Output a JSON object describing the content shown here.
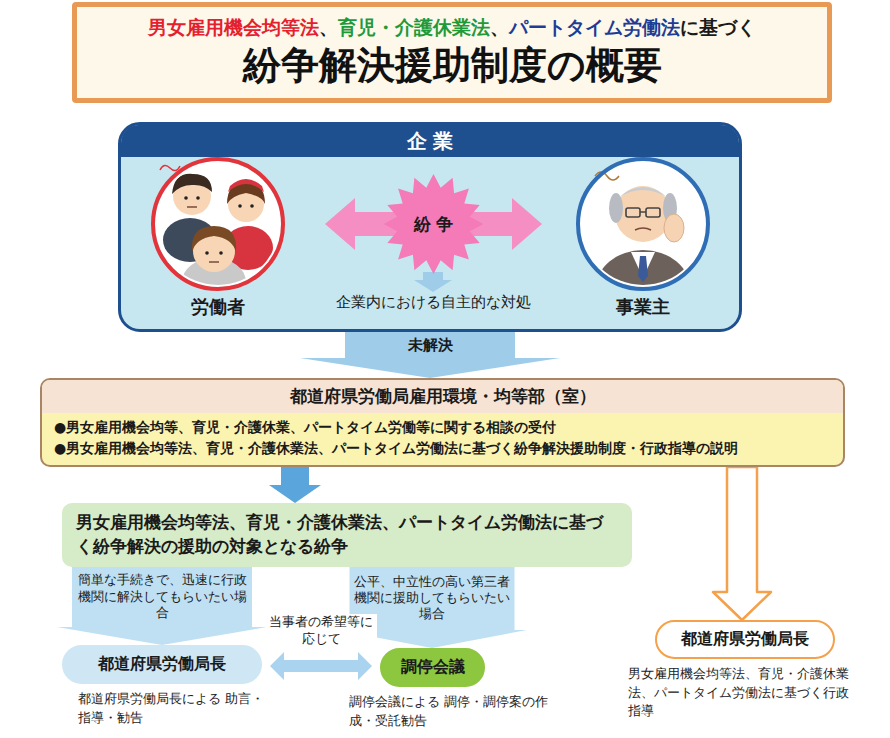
{
  "diagram": {
    "nodes": [
      {
        "text": [
          "男女雇用機会均等法",
          "、",
          "育児・介護休業法",
          "、",
          "パートタイム労働法",
          "に基づく",
          "紛争解決援助制度の概要"
        ]
      },
      {
        "text": [
          "企 業"
        ]
      },
      {
        "text": [
          "労働者"
        ],
        "in": 1
      },
      {
        "text": [
          "事業主"
        ],
        "in": 1
      },
      {
        "text": [
          "都道府県労働局雇用環境・均等部（室）",
          "●男女雇用機会均等、育児・介護休業、パートタイム労働等に関する相談の受付",
          "●男女雇用機会均等法、育児・介護休業法、パートタイム労働法に基づく紛争解決援助制度・行政指導の説明"
        ]
      },
      {
        "text": [
          "男女雇用機会均等法、育児・介護休業法、パートタイム労働法に基づく紛争解決の援助の対象となる紛争"
        ]
      },
      {
        "text": [
          "都道府県労働局長",
          "都道府県労働局長による 助言・指導・勧告"
        ]
      },
      {
        "text": [
          "調停会議",
          "調停会議による 調停・調停案の作成・受託勧告"
        ]
      },
      {
        "text": [
          "都道府県労働局長",
          "男女雇用機会均等法、育児・介護休業法、パートタイム労働法に基づく行政指導"
        ]
      }
    ],
    "edges": [
      {
        "from": 2,
        "to": 3,
        "arrow": "both",
        "label": "紛 争"
      },
      {
        "from": 1,
        "to": 4,
        "arrow": "to",
        "label": "未解決"
      },
      {
        "from": 4,
        "to": 5,
        "arrow": "to"
      },
      {
        "from": 5,
        "to": 6,
        "arrow": "to",
        "label": "簡単な手続きで、迅速に行政機関に解決してもらいたい場合"
      },
      {
        "from": 5,
        "to": 7,
        "arrow": "to",
        "label": "公平、中立性の高い第三者機関に援助してもらいたい場合"
      },
      {
        "from": 6,
        "to": 7,
        "arrow": "both",
        "label": "当事者の希望等に応じて"
      },
      {
        "from": 4,
        "to": 8,
        "arrow": "to"
      }
    ],
    "labels": [
      "企業内における自主的な対処"
    ]
  }
}
